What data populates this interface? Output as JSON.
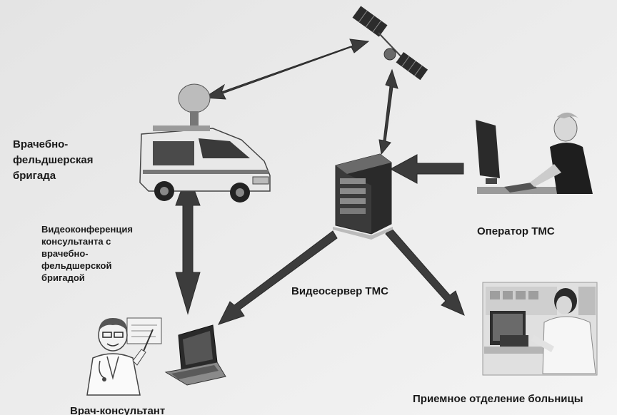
{
  "labels": {
    "brigade": [
      "Врачебно-",
      "фельдшерская",
      "бригада"
    ],
    "videoconference": [
      "Видеоконференция",
      "консультанта с",
      "врачебно-",
      "фельдшерской",
      "бригадой"
    ],
    "operator": "Оператор ТМС",
    "server": "Видеосервер ТМС",
    "reception": "Приемное отделение больницы",
    "consultant": "Врач-консультант"
  },
  "colors": {
    "background": "#ececec",
    "arrow": "#3c3c3c",
    "text": "#1a1a1a"
  },
  "icons": {
    "satellite": "satellite-icon",
    "ambulance": "ambulance-icon",
    "server": "server-tower-icon",
    "operator": "operator-workstation-icon",
    "reception": "hospital-reception-icon",
    "consultant": "doctor-consultant-icon",
    "laptop": "laptop-icon"
  }
}
